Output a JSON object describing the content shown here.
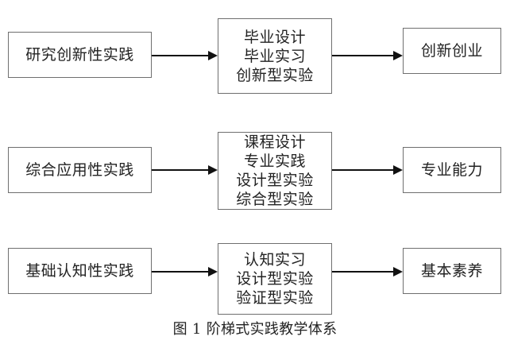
{
  "rows": [
    {
      "left": "研究创新性实践",
      "middle": [
        "毕业设计",
        "毕业实习",
        "创新型实验"
      ],
      "right": "创新创业"
    },
    {
      "left": "综合应用性实践",
      "middle": [
        "课程设计",
        "专业实践",
        "设计型实验",
        "综合型实验"
      ],
      "right": "专业能力"
    },
    {
      "left": "基础认知性实践",
      "middle": [
        "认知实习",
        "设计型实验",
        "验证型实验"
      ],
      "right": "基本素养"
    }
  ],
  "caption": "图 1 阶梯式实践教学体系",
  "colors": {
    "box_border": "#6f6f6f",
    "text": "#222222",
    "arrow": "#111111",
    "background": "#ffffff"
  }
}
